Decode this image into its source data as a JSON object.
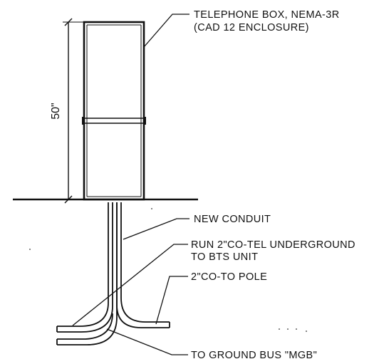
{
  "labels": {
    "telephone_box_line1": "TELEPHONE BOX, NEMA-3R",
    "telephone_box_line2": "(CAD 12 ENCLOSURE)",
    "new_conduit": "NEW CONDUIT",
    "run_line1": "RUN 2\"CO-TEL UNDERGROUND",
    "run_line2": "TO BTS UNIT",
    "co_to_pole": "2\"CO-TO POLE",
    "ground_bus": "TO GROUND BUS \"MGB\""
  },
  "dimension": {
    "height_label": "50\""
  },
  "colors": {
    "ink": "#111111",
    "background": "#ffffff"
  }
}
